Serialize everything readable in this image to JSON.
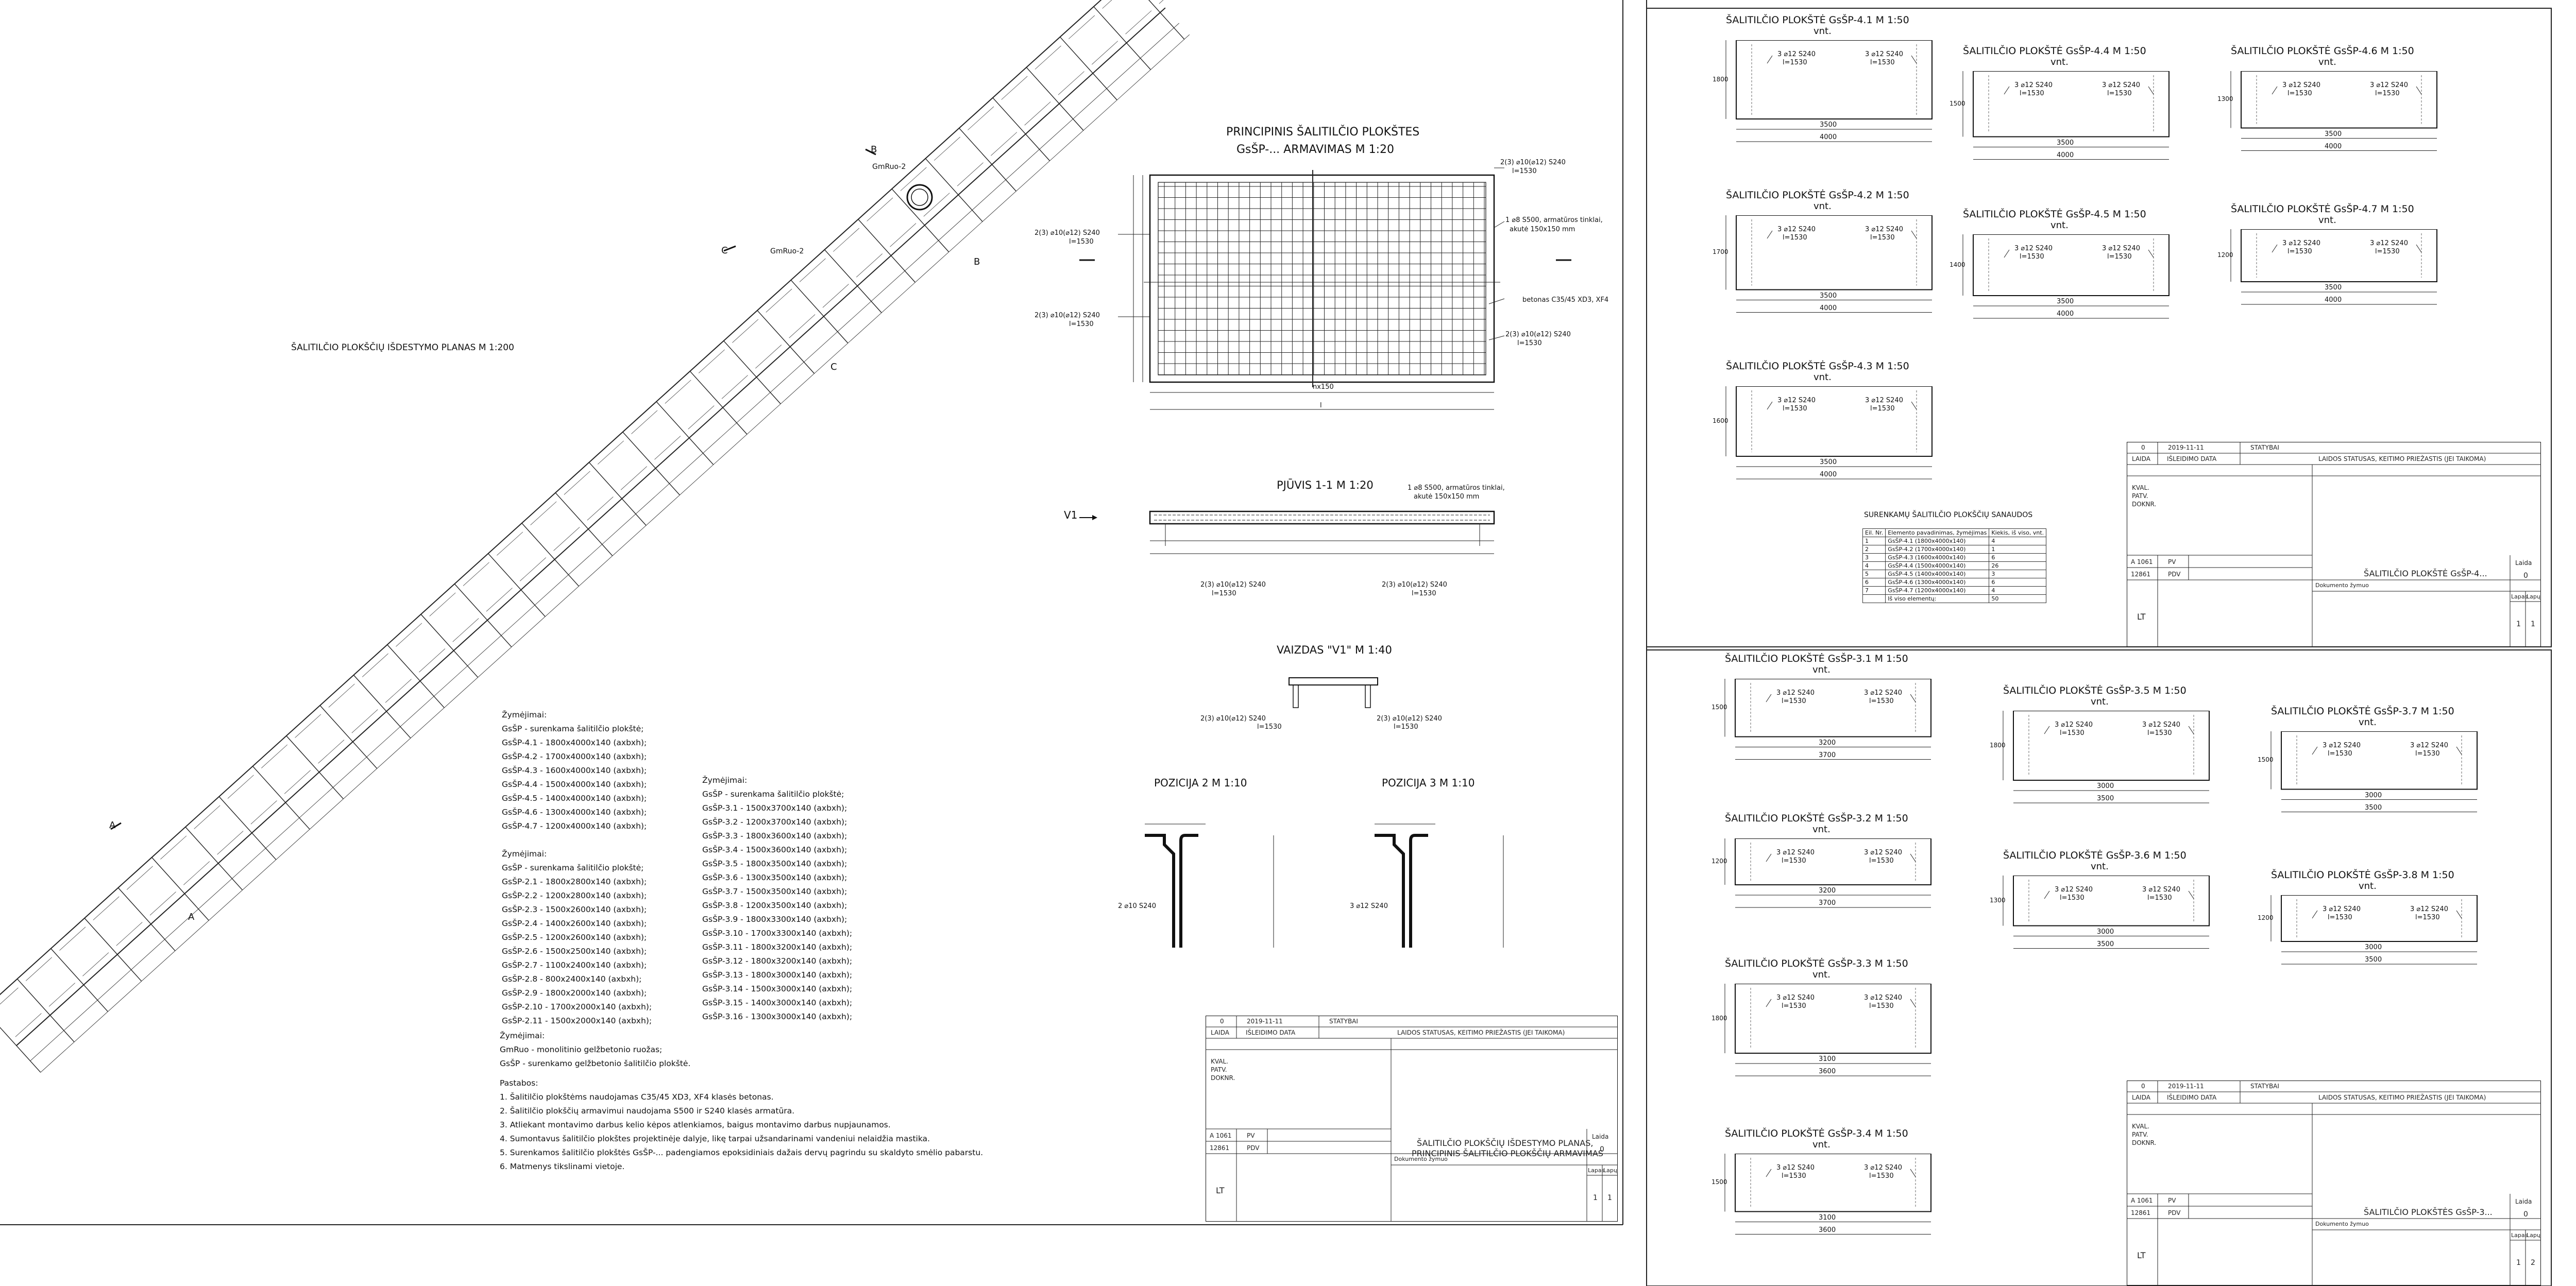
{
  "left_sheet": {
    "plan_title": "ŠALITILČIO PLOKŠČIŲ IŠDESTYMO PLANAS M 1:200",
    "plan_labels": [
      "GmRuo-2",
      "GmRuo-2",
      "A",
      "A",
      "B",
      "B",
      "C",
      "C"
    ],
    "rebar_title_line1": "PRINCIPINIS ŠALITILČIO PLOKŠTES",
    "rebar_title_line2": "GsŠP-... ARMAVIMAS M 1:20",
    "rebar_callouts": [
      "2(3) ⌀10(⌀12) S240",
      "l=1530",
      "1 ⌀8 S500, armatūros tinklai,",
      "akutė 150x150 mm",
      "betonas C35/45 XD3, XF4",
      "nx150",
      "l"
    ],
    "section_title": "PJŪVIS 1-1 M 1:20",
    "section_callouts": [
      "1 ⌀8 S500, armatūros tinklai,",
      "akutė 150x150 mm",
      "2(3) ⌀10(⌀12) S240",
      "l=1530",
      "V1"
    ],
    "view_title": "VAIZDAS \"V1\" M 1:40",
    "pos2_title": "POZICIJA 2 M 1:10",
    "pos3_title": "POZICIJA 3 M 1:10",
    "pos2_label": "2 ⌀10 S240",
    "pos3_label": "3 ⌀12 S240",
    "legend1_head": "Žymėjimai:",
    "legend1": [
      "GsŠP - surenkama šalitilčio plokštė;",
      "GsŠP-4.1 - 1800x4000x140 (axbxh);",
      "GsŠP-4.2 - 1700x4000x140 (axbxh);",
      "GsŠP-4.3 - 1600x4000x140 (axbxh);",
      "GsŠP-4.4 - 1500x4000x140 (axbxh);",
      "GsŠP-4.5 - 1400x4000x140 (axbxh);",
      "GsŠP-4.6 - 1300x4000x140 (axbxh);",
      "GsŠP-4.7 - 1200x4000x140 (axbxh);"
    ],
    "legend2_head": "Žymėjimai:",
    "legend2": [
      "GsŠP - surenkama šalitilčio plokštė;",
      "GsŠP-2.1 - 1800x2800x140 (axbxh);",
      "GsŠP-2.2 - 1200x2800x140 (axbxh);",
      "GsŠP-2.3 - 1500x2600x140 (axbxh);",
      "GsŠP-2.4 - 1400x2600x140 (axbxh);",
      "GsŠP-2.5 - 1200x2600x140 (axbxh);",
      "GsŠP-2.6 - 1500x2500x140 (axbxh);",
      "GsŠP-2.7 - 1100x2400x140 (axbxh);",
      "GsŠP-2.8 - 800x2400x140 (axbxh);",
      "GsŠP-2.9 - 1800x2000x140 (axbxh);",
      "GsŠP-2.10 - 1700x2000x140 (axbxh);",
      "GsŠP-2.11 - 1500x2000x140 (axbxh);"
    ],
    "legend3_head": "Žymėjimai:",
    "legend3": [
      "GsŠP - surenkama šalitilčio plokštė;",
      "GsŠP-3.1 - 1500x3700x140 (axbxh);",
      "GsŠP-3.2 - 1200x3700x140 (axbxh);",
      "GsŠP-3.3 - 1800x3600x140 (axbxh);",
      "GsŠP-3.4 - 1500x3600x140 (axbxh);",
      "GsŠP-3.5 - 1800x3500x140 (axbxh);",
      "GsŠP-3.6 - 1300x3500x140 (axbxh);",
      "GsŠP-3.7 - 1500x3500x140 (axbxh);",
      "GsŠP-3.8 - 1200x3500x140 (axbxh);",
      "GsŠP-3.9 - 1800x3300x140 (axbxh);",
      "GsŠP-3.10 - 1700x3300x140 (axbxh);",
      "GsŠP-3.11 - 1800x3200x140 (axbxh);",
      "GsŠP-3.12 - 1800x3200x140 (axbxh);",
      "GsŠP-3.13 - 1800x3000x140 (axbxh);",
      "GsŠP-3.14 - 1500x3000x140 (axbxh);",
      "GsŠP-3.15 - 1400x3000x140 (axbxh);",
      "GsŠP-3.16 - 1300x3000x140 (axbxh);"
    ],
    "legend4_head": "Žymėjimai:",
    "legend4": [
      "GmRuo - monolitinio gelžbetonio ruožas;",
      "GsŠP - surenkamo gelžbetonio šalitilčio plokštė."
    ],
    "notes_head": "Pastabos:",
    "notes": [
      "1. Šalitilčio plokštėms naudojamas C35/45 XD3, XF4 klasės betonas.",
      "2. Šalitilčio plokščių armavimui naudojama S500 ir S240 klasės armatūra.",
      "3. Atliekant montavimo darbus kelio kėpos atlenkiamos, baigus montavimo darbus nupjaunamos.",
      "4. Sumontavus šalitilčio plokštes projektinėje dalyje, likę tarpai užsandarinami vandeniui nelaidžia mastika.",
      "5. Surenkamos šalitilčio plokštės GsŠP-... padengiamos epoksidiniais dažais dervų pagrindu su skaldyto smėlio pabarstu.",
      "6. Matmenys tikslinami vietoje."
    ],
    "titleblock": {
      "rev": "0",
      "date": "2019-11-11",
      "status": "STATYBAI",
      "lad": "LAIDA",
      "issue_date": "IŠLEIDIMO DATA",
      "issue_desc": "LAIDOS STATUSAS, KEITIMO PRIEŽASTIS (JEI TAIKOMA)",
      "kval": "KVAL.",
      "patv": "PATV.",
      "dokn": "DOKNR.",
      "r1": "A 1061",
      "r1b": "PV",
      "r2": "12861",
      "r2b": "PDV",
      "title_line1": "ŠALITILČIO PLOKŠČIŲ IŠDESTYMO PLANAS,",
      "title_line2": "PRINCIPINIS ŠALITILČIO PLOKŠČIŲ ARMAVIMAS",
      "laida_lbl": "Laida",
      "laida_val": "0",
      "doc_lbl": "Dokumento žymuo",
      "lapas_lbl": "Lapas",
      "lapu_lbl": "Lapų",
      "lapas_val": "1",
      "lapu_val": "1",
      "lt": "LT"
    }
  },
  "right_top": {
    "panels": [
      {
        "t1": "ŠALITILČIO PLOKŠTĖ GsŠP-4.1 M 1:50",
        "t2": "vnt.",
        "h": "1800",
        "w": "3500",
        "tot": "4000"
      },
      {
        "t1": "ŠALITILČIO PLOKŠTĖ GsŠP-4.2 M 1:50",
        "t2": "vnt.",
        "h": "1700",
        "w": "3500",
        "tot": "4000"
      },
      {
        "t1": "ŠALITILČIO PLOKŠTĖ GsŠP-4.3 M 1:50",
        "t2": "vnt.",
        "h": "1600",
        "w": "3500",
        "tot": "4000"
      },
      {
        "t1": "ŠALITILČIO PLOKŠTĖ GsŠP-4.4 M 1:50",
        "t2": "vnt.",
        "h": "1500",
        "w": "3500",
        "tot": "4000"
      },
      {
        "t1": "ŠALITILČIO PLOKŠTĖ GsŠP-4.5 M 1:50",
        "t2": "vnt.",
        "h": "1400",
        "w": "3500",
        "tot": "4000"
      },
      {
        "t1": "ŠALITILČIO PLOKŠTĖ GsŠP-4.6 M 1:50",
        "t2": "vnt.",
        "h": "1300",
        "w": "3500",
        "tot": "4000"
      },
      {
        "t1": "ŠALITILČIO PLOKŠTĖ GsŠP-4.7 M 1:50",
        "t2": "vnt.",
        "h": "1200",
        "w": "3500",
        "tot": "4000"
      }
    ],
    "rebar_a": "3 ⌀12 S240",
    "rebar_b": "l=1530",
    "qty_title": "SURENKAMŲ ŠALITILČIO PLOKŠČIŲ SANAUDOS",
    "qty_headers": [
      "Eil. Nr.",
      "Elemento pavadinimas, žymėjimas",
      "Kiekis, iš viso, vnt."
    ],
    "qty_rows": [
      [
        "1",
        "GsŠP-4.1 (1800x4000x140)",
        "4"
      ],
      [
        "2",
        "GsŠP-4.2 (1700x4000x140)",
        "1"
      ],
      [
        "3",
        "GsŠP-4.3 (1600x4000x140)",
        "6"
      ],
      [
        "4",
        "GsŠP-4.4 (1500x4000x140)",
        "26"
      ],
      [
        "5",
        "GsŠP-4.5 (1400x4000x140)",
        "3"
      ],
      [
        "6",
        "GsŠP-4.6 (1300x4000x140)",
        "6"
      ],
      [
        "7",
        "GsŠP-4.7 (1200x4000x140)",
        "4"
      ],
      [
        "",
        "Iš viso elementų:",
        "50"
      ]
    ],
    "titleblock": {
      "rev": "0",
      "date": "2019-11-11",
      "status": "STATYBAI",
      "lad": "LAIDA",
      "issue_date": "IŠLEIDIMO DATA",
      "issue_desc": "LAIDOS STATUSAS, KEITIMO PRIEŽASTIS (JEI TAIKOMA)",
      "kval": "KVAL.",
      "patv": "PATV.",
      "dokn": "DOKNR.",
      "r1": "A 1061",
      "r1b": "PV",
      "r2": "12861",
      "r2b": "PDV",
      "title": "ŠALITILČIO PLOKŠTĖ GsŠP-4...",
      "laida_lbl": "Laida",
      "laida_val": "0",
      "doc_lbl": "Dokumento žymuo",
      "lapas_lbl": "Lapas",
      "lapu_lbl": "Lapų",
      "lapas_val": "1",
      "lapu_val": "1",
      "lt": "LT"
    }
  },
  "right_bottom": {
    "panels": [
      {
        "t1": "ŠALITILČIO PLOKŠTĖ GsŠP-3.1 M 1:50",
        "t2": "vnt.",
        "h": "1500",
        "w": "3200",
        "tot": "3700"
      },
      {
        "t1": "ŠALITILČIO PLOKŠTĖ GsŠP-3.2 M 1:50",
        "t2": "vnt.",
        "h": "1200",
        "w": "3200",
        "tot": "3700"
      },
      {
        "t1": "ŠALITILČIO PLOKŠTĖ GsŠP-3.3 M 1:50",
        "t2": "vnt.",
        "h": "1800",
        "w": "3100",
        "tot": "3600"
      },
      {
        "t1": "ŠALITILČIO PLOKŠTĖ GsŠP-3.4 M 1:50",
        "t2": "vnt.",
        "h": "1500",
        "w": "3100",
        "tot": "3600"
      },
      {
        "t1": "ŠALITILČIO PLOKŠTĖ GsŠP-3.5 M 1:50",
        "t2": "vnt.",
        "h": "1800",
        "w": "3000",
        "tot": "3500"
      },
      {
        "t1": "ŠALITILČIO PLOKŠTĖ GsŠP-3.6 M 1:50",
        "t2": "vnt.",
        "h": "1300",
        "w": "3000",
        "tot": "3500"
      },
      {
        "t1": "ŠALITILČIO PLOKŠTĖ GsŠP-3.7 M 1:50",
        "t2": "vnt.",
        "h": "1500",
        "w": "3000",
        "tot": "3500"
      },
      {
        "t1": "ŠALITILČIO PLOKŠTĖ GsŠP-3.8 M 1:50",
        "t2": "vnt.",
        "h": "1200",
        "w": "3000",
        "tot": "3500"
      }
    ],
    "titleblock": {
      "rev": "0",
      "date": "2019-11-11",
      "status": "STATYBAI",
      "lad": "LAIDA",
      "issue_date": "IŠLEIDIMO DATA",
      "issue_desc": "LAIDOS STATUSAS, KEITIMO PRIEŽASTIS (JEI TAIKOMA)",
      "kval": "KVAL.",
      "patv": "PATV.",
      "dokn": "DOKNR.",
      "r1": "A 1061",
      "r1b": "PV",
      "r2": "12861",
      "r2b": "PDV",
      "title": "ŠALITILČIO PLOKŠTĖS GsŠP-3...",
      "laida_lbl": "Laida",
      "laida_val": "0",
      "doc_lbl": "Dokumento žymuo",
      "lapas_lbl": "Lapas",
      "lapu_lbl": "Lapų",
      "lapas_val": "1",
      "lapu_val": "2",
      "lt": "LT"
    }
  }
}
